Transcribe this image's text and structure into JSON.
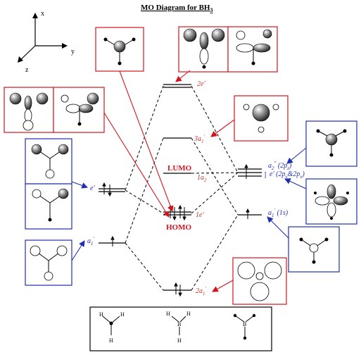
{
  "title_prefix": "MO Diagram for BH",
  "title_subscript": "3",
  "axes": {
    "x": "x",
    "y": "y",
    "z": "z"
  },
  "center_labels": {
    "e2": "2e′",
    "a1_3": "3a",
    "a1_3_sub": "1",
    "a1_3_sup": "′",
    "a2_1": "1a",
    "a2_1_sub": "2",
    "a2_1_sup": "″",
    "e1": "1e′",
    "a1_2": "2a",
    "a1_2_sub": "1",
    "a1_2_sup": "′",
    "lumo": "LUMO",
    "homo": "HOMO"
  },
  "left_labels": {
    "e": "e′",
    "a1": "a",
    "a1_sub": "1",
    "a1_sup": "′"
  },
  "right_labels": {
    "a2_prefix": "a",
    "a2_sub": "2",
    "a2_sup": "″",
    "a2_orb": " (2p",
    "a2_orb_sub": "z",
    "a2_close": ")",
    "e_prefix": "e′ (2p",
    "e_sub1": "y",
    "e_mid": "&2p",
    "e_sub2": "x",
    "e_close": ")",
    "a1_prefix": "a",
    "a1_sub": "1",
    "a1_sup": "′",
    "a1_orb": " (1s)"
  },
  "molecule_labels": {
    "h": "H",
    "b": "B"
  },
  "colors": {
    "red": "#d4141d",
    "blue": "#1f2fb0",
    "black": "#000000"
  }
}
